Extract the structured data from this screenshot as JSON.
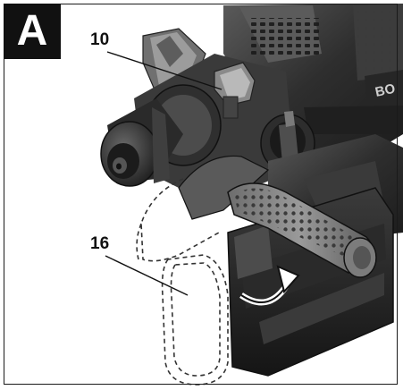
{
  "figure": {
    "letter": "A"
  },
  "callouts": [
    {
      "id": "10",
      "label": "10"
    },
    {
      "id": "16",
      "label": "16"
    }
  ],
  "product_marking": "BO",
  "colors": {
    "housing_dark": "#2b2b2b",
    "housing_mid": "#4a4a4a",
    "housing_light": "#8a8a8a",
    "battery_green": "#7fa58f",
    "outline": "#111111",
    "dashed": "#333333"
  }
}
